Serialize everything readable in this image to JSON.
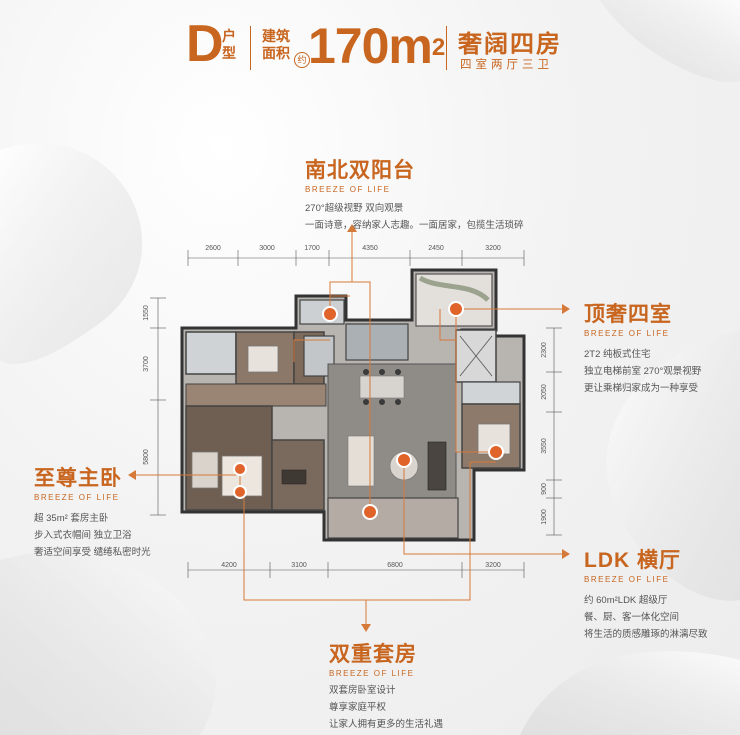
{
  "header": {
    "type_letter": "D",
    "type_suffix": "户型",
    "area_label": "建筑面积",
    "area_approx": "约",
    "area_value": "170m",
    "area_unit_sup": "2",
    "type_name": "奢阔四房",
    "type_desc": "四室两厅三卫"
  },
  "features": {
    "balcony": {
      "title": "南北双阳台",
      "tag": "BREEZE OF LIFE",
      "lines": [
        "270°超级视野 双向观景",
        "一面诗意，容纳家人志趣。一面居家，包揽生活琐碎"
      ]
    },
    "luxury": {
      "title": "顶奢四室",
      "tag": "BREEZE OF LIFE",
      "lines": [
        "2T2 纯板式住宅",
        "独立电梯前室 270°观景视野",
        "更让乘梯归家成为一种享受"
      ]
    },
    "master": {
      "title": "至尊主卧",
      "tag": "BREEZE OF LIFE",
      "lines": [
        "超 35m² 套房主卧",
        "步入式衣帽间 独立卫浴",
        "奢适空间享受 缱绻私密时光"
      ]
    },
    "ldk": {
      "title": "LDK 横厅",
      "tag": "BREEZE OF LIFE",
      "lines": [
        "约 60m²LDK 超级厅",
        "餐、厨、客一体化空间",
        "将生活的质感雕琢的淋漓尽致"
      ]
    },
    "suite": {
      "title": "双重套房",
      "tag": "BREEZE OF LIFE",
      "lines": [
        "双套房卧室设计",
        "尊享家庭平权",
        "让家人拥有更多的生活礼遇"
      ]
    }
  },
  "dimensions": {
    "top": [
      "2600",
      "3000",
      "1700",
      "4350",
      "2450",
      "3200"
    ],
    "bottom": [
      "4200",
      "3100",
      "6800",
      "3200"
    ],
    "left": [
      "1550",
      "3700",
      "5800"
    ],
    "right": [
      "2300",
      "2050",
      "3550",
      "900",
      "1900"
    ]
  },
  "colors": {
    "accent": "#c8651e",
    "leader": "#d67a3a"
  }
}
